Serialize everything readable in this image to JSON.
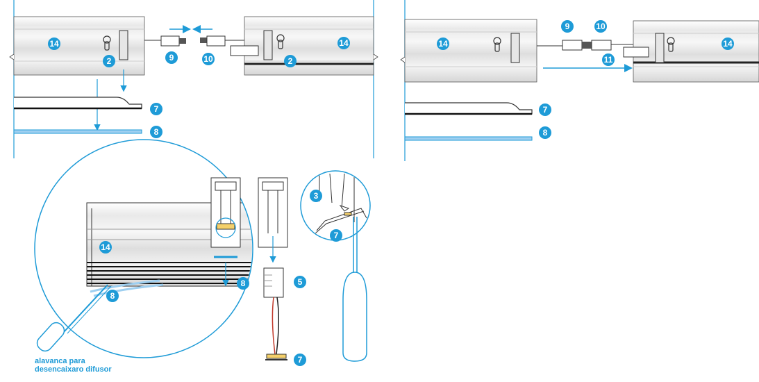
{
  "accent_color": "#1e9bd7",
  "line_color": "#333333",
  "callouts": {
    "c2": "2",
    "c3": "3",
    "c5": "5",
    "c7": "7",
    "c8": "8",
    "c9": "9",
    "c10": "10",
    "c11": "11",
    "c14": "14"
  },
  "caption": {
    "line1": "alavanca para",
    "line2": "desencaixaro difusor"
  },
  "icons": [
    "arrow-icon",
    "screwdriver-icon",
    "keyhole-icon",
    "connector-icon",
    "magnifier-circle-icon"
  ]
}
